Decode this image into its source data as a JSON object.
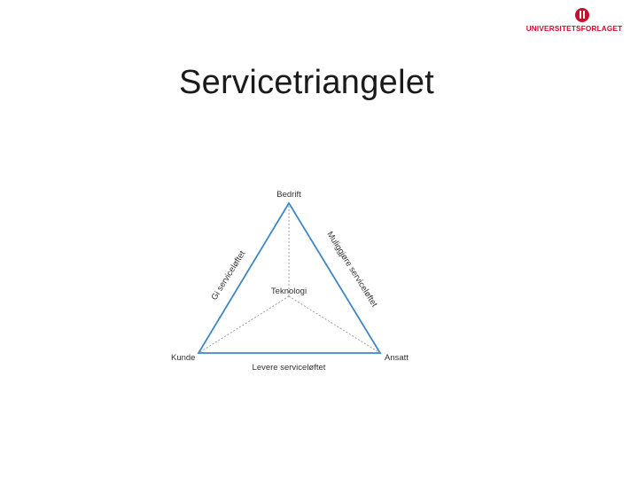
{
  "logo": {
    "text": "UNIVERSITETSFORLAGET",
    "brand_color": "#c8102e"
  },
  "slide": {
    "title": "Servicetriangelet"
  },
  "diagram": {
    "line_color": "#3f88c5",
    "dashed_color": "#8a8a8a",
    "nodes": {
      "top": "Bedrift",
      "left": "Kunde",
      "right": "Ansatt",
      "center": "Teknologi"
    },
    "edges": {
      "left_side": "Gi serviceløftet",
      "right_side": "Muliggjøre serviceløftet",
      "bottom": "Levere serviceløftet"
    }
  }
}
